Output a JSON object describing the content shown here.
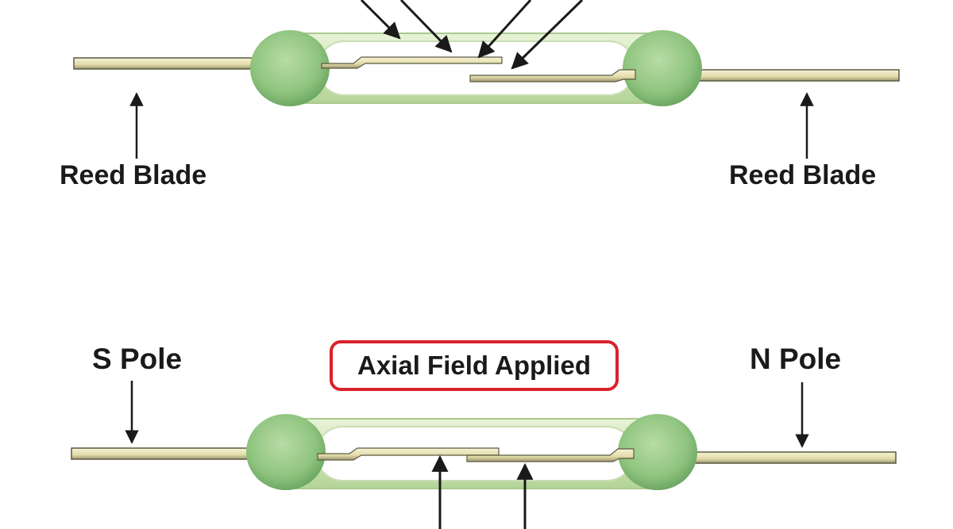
{
  "top_switch": {
    "left_blade_label": "Reed Blade",
    "right_blade_label": "Reed Blade"
  },
  "bottom_switch": {
    "s_pole_label": "S Pole",
    "n_pole_label": "N Pole",
    "field_label": "Axial Field Applied"
  },
  "colors": {
    "glass_body": "#cfe6b4",
    "glass_bulb": "#8fc47f",
    "reed_metal": "#e9e3b8",
    "reed_outline": "#5a5a40",
    "field_box_border": "#d9222a",
    "text": "#1a1a1a"
  }
}
